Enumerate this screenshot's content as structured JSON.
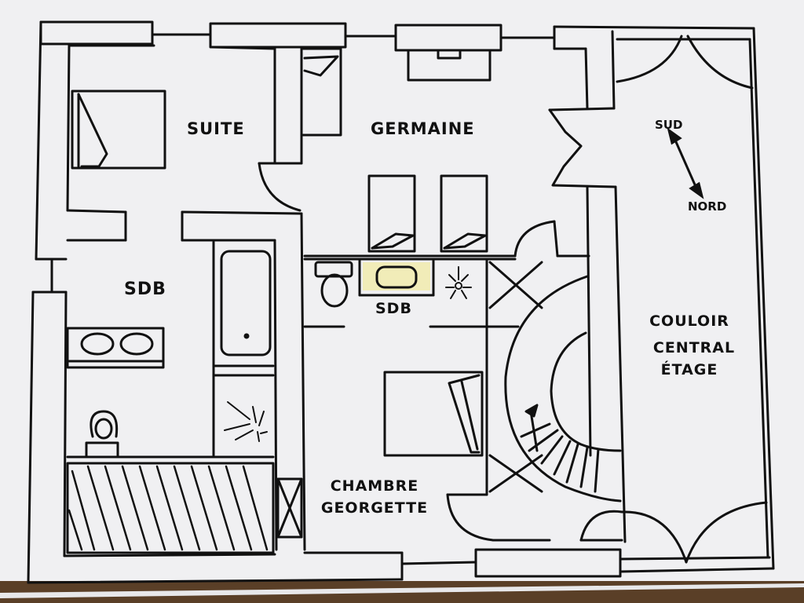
{
  "paper": {
    "background": "#6b4e33",
    "sheet": "#f1f1f3",
    "ink": "#111111",
    "soft_yellow": "#fbf3c9",
    "sink_yellow": "#f1ecb8"
  },
  "rooms": {
    "suite": "SUITE",
    "germaine": "GERMAINE",
    "sdb_left": "SDB",
    "sdb_center": "SDB",
    "chambre_line1": "CHAMBRE",
    "chambre_line2": "GEORGETTE",
    "couloir_line1": "COULOIR",
    "couloir_line2": "CENTRAL",
    "couloir_line3": "ÉTAGE"
  },
  "compass": {
    "sud": "SUD",
    "nord": "NORD",
    "icon": "compass-arrow-icon"
  },
  "icons": [
    "bed-icon",
    "bathtub-icon",
    "toilet-icon",
    "sink-icon",
    "shower-icon",
    "spiral-staircase-icon",
    "door-swing-icon"
  ]
}
